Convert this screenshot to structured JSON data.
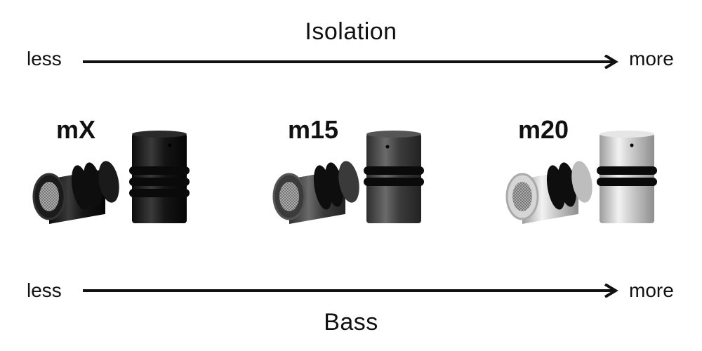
{
  "isolation": {
    "title": "Isolation",
    "low_label": "less",
    "high_label": "more"
  },
  "bass": {
    "title": "Bass",
    "low_label": "less",
    "high_label": "more"
  },
  "models": [
    {
      "name": "mX",
      "finish": "black"
    },
    {
      "name": "m15",
      "finish": "gunmetal"
    },
    {
      "name": "m20",
      "finish": "silver"
    }
  ],
  "colors": {
    "text": "#111111",
    "arrow": "#111111",
    "black_finish": "#1c1c1c",
    "gunmetal_finish": "#4a4a4a",
    "silver_finish": "#d9d9d9",
    "o_ring": "#121212"
  }
}
